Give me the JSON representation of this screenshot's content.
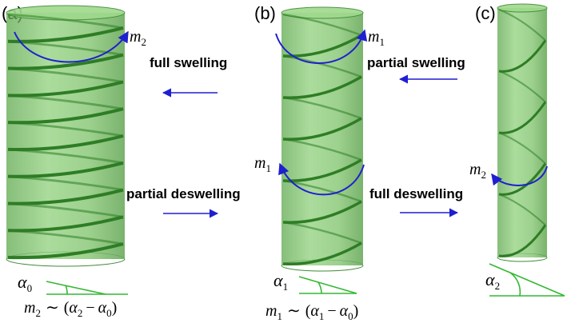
{
  "panels": [
    {
      "label": "(a)",
      "moment_symbol": "m",
      "moment_sub": "2",
      "angle_symbol": "α",
      "angle_sub": "0",
      "formula": {
        "lhs": "m",
        "lhs_sub": "2",
        "a": "α",
        "a_sub": "2",
        "b": "α",
        "b_sub": "0"
      }
    },
    {
      "label": "(b)",
      "moment_symbol": "m",
      "moment_sub": "1",
      "moment2_symbol": "m",
      "moment2_sub": "1",
      "angle_symbol": "α",
      "angle_sub": "1",
      "formula": {
        "lhs": "m",
        "lhs_sub": "1",
        "a": "α",
        "a_sub": "1",
        "b": "α",
        "b_sub": "0"
      }
    },
    {
      "label": "(c)",
      "moment_symbol": "m",
      "moment_sub": "2",
      "angle_symbol": "α",
      "angle_sub": "2"
    }
  ],
  "processes": {
    "full_swelling": "full swelling",
    "partial_swelling": "partial swelling",
    "partial_deswelling": "partial deswelling",
    "full_deswelling": "full deswelling"
  },
  "symbols": {
    "tilde": "∼",
    "open": "(",
    "minus": "−",
    "close": ")"
  },
  "colors": {
    "cylinder_fill": "#7fbf6a",
    "cylinder_edge": "#3f8a35",
    "helix": "#2e7d25",
    "arrow": "#1f1fd0",
    "angle_line": "#33b833"
  }
}
